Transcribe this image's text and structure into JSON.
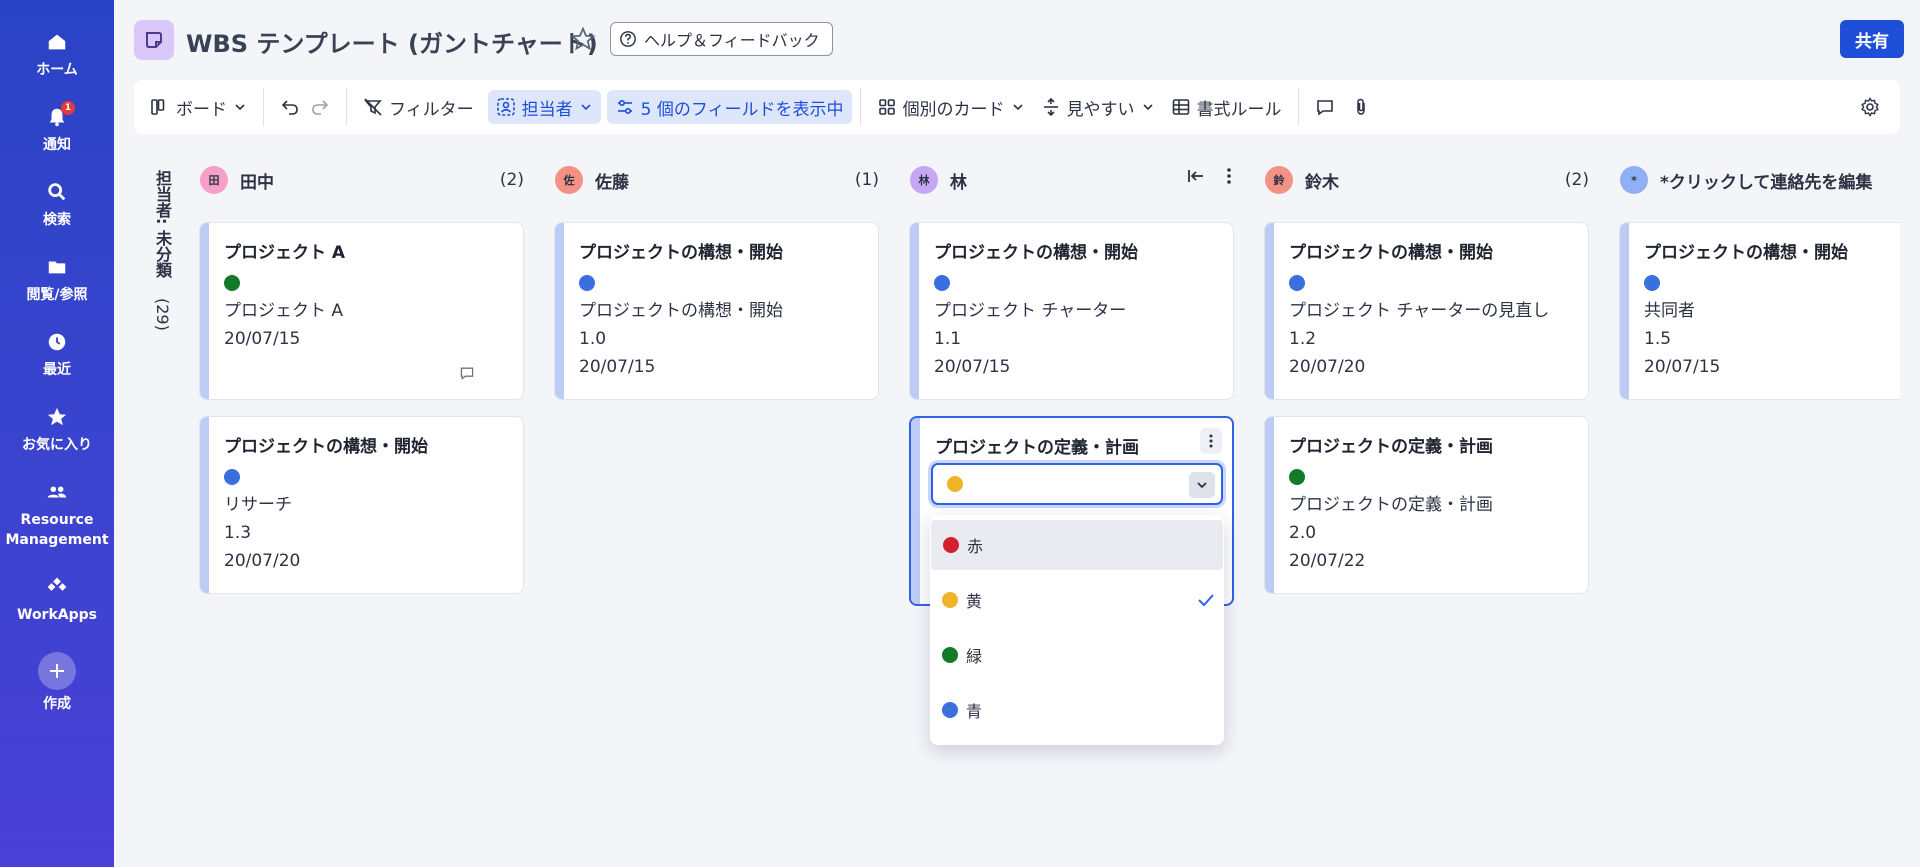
{
  "nav": {
    "home": "ホーム",
    "notifications": "通知",
    "notification_badge": "1",
    "search": "検索",
    "browse": "閲覧/参照",
    "recent": "最近",
    "favorites": "お気に入り",
    "resource_management": "Resource Management",
    "workapps": "WorkApps",
    "create": "作成"
  },
  "header": {
    "title": "WBS テンプレート (ガントチャート)",
    "help_label": "ヘルプ＆フィードバック",
    "share_label": "共有"
  },
  "toolbar": {
    "view_label": "ボード",
    "filter_label": "フィルター",
    "group_by_label": "担当者",
    "fields_label": "5 個のフィールドを表示中",
    "cards_label": "個別のカード",
    "density_label": "見やすい",
    "format_label": "書式ルール"
  },
  "uncategorized": {
    "label": "担当者: 未分類",
    "count": "(29)"
  },
  "columns": [
    {
      "name": "田中",
      "avatar": "田",
      "count": "(2)",
      "avatar_color": "#f6a0c8",
      "cards": [
        {
          "title": "プロジェクト A",
          "dot": "#137a2a",
          "lines": [
            "プロジェクト A",
            "20/07/15"
          ]
        },
        {
          "title": "プロジェクトの構想・開始",
          "dot": "#3a6fe0",
          "lines": [
            "リサーチ",
            "1.3",
            "20/07/20"
          ]
        }
      ]
    },
    {
      "name": "佐藤",
      "avatar": "佐",
      "count": "(1)",
      "avatar_color": "#f39185",
      "cards": [
        {
          "title": "プロジェクトの構想・開始",
          "dot": "#3a6fe0",
          "lines": [
            "プロジェクトの構想・開始",
            "1.0",
            "20/07/15"
          ]
        }
      ]
    },
    {
      "name": "林",
      "avatar": "林",
      "avatar_color": "#c7a6f5",
      "cards": [
        {
          "title": "プロジェクトの構想・開始",
          "dot": "#3a6fe0",
          "lines": [
            "プロジェクト チャーター",
            "1.1",
            "20/07/15"
          ]
        },
        {
          "title": "プロジェクトの定義・計画"
        }
      ]
    },
    {
      "name": "鈴木",
      "avatar": "鈴",
      "count": "(2)",
      "avatar_color": "#f39185",
      "cards": [
        {
          "title": "プロジェクトの構想・開始",
          "dot": "#3a6fe0",
          "lines": [
            "プロジェクト チャーターの見直し",
            "1.2",
            "20/07/20"
          ]
        },
        {
          "title": "プロジェクトの定義・計画",
          "dot": "#137a2a",
          "lines": [
            "プロジェクトの定義・計画",
            "2.0",
            "20/07/22"
          ]
        }
      ]
    },
    {
      "name": "*クリックして連絡先を編集",
      "avatar": "*",
      "avatar_color": "#8fb0f5",
      "cards": [
        {
          "title": "プロジェクトの構想・開始",
          "dot": "#3a6fe0",
          "lines": [
            "共同者",
            "1.5",
            "20/07/15"
          ]
        }
      ]
    }
  ],
  "status_dropdown": {
    "selected_color": "#f0b429",
    "options": [
      {
        "label": "赤",
        "color": "#d4202c"
      },
      {
        "label": "黄",
        "color": "#f0b429"
      },
      {
        "label": "緑",
        "color": "#137a2a"
      },
      {
        "label": "青",
        "color": "#3a6fe0"
      }
    ]
  }
}
